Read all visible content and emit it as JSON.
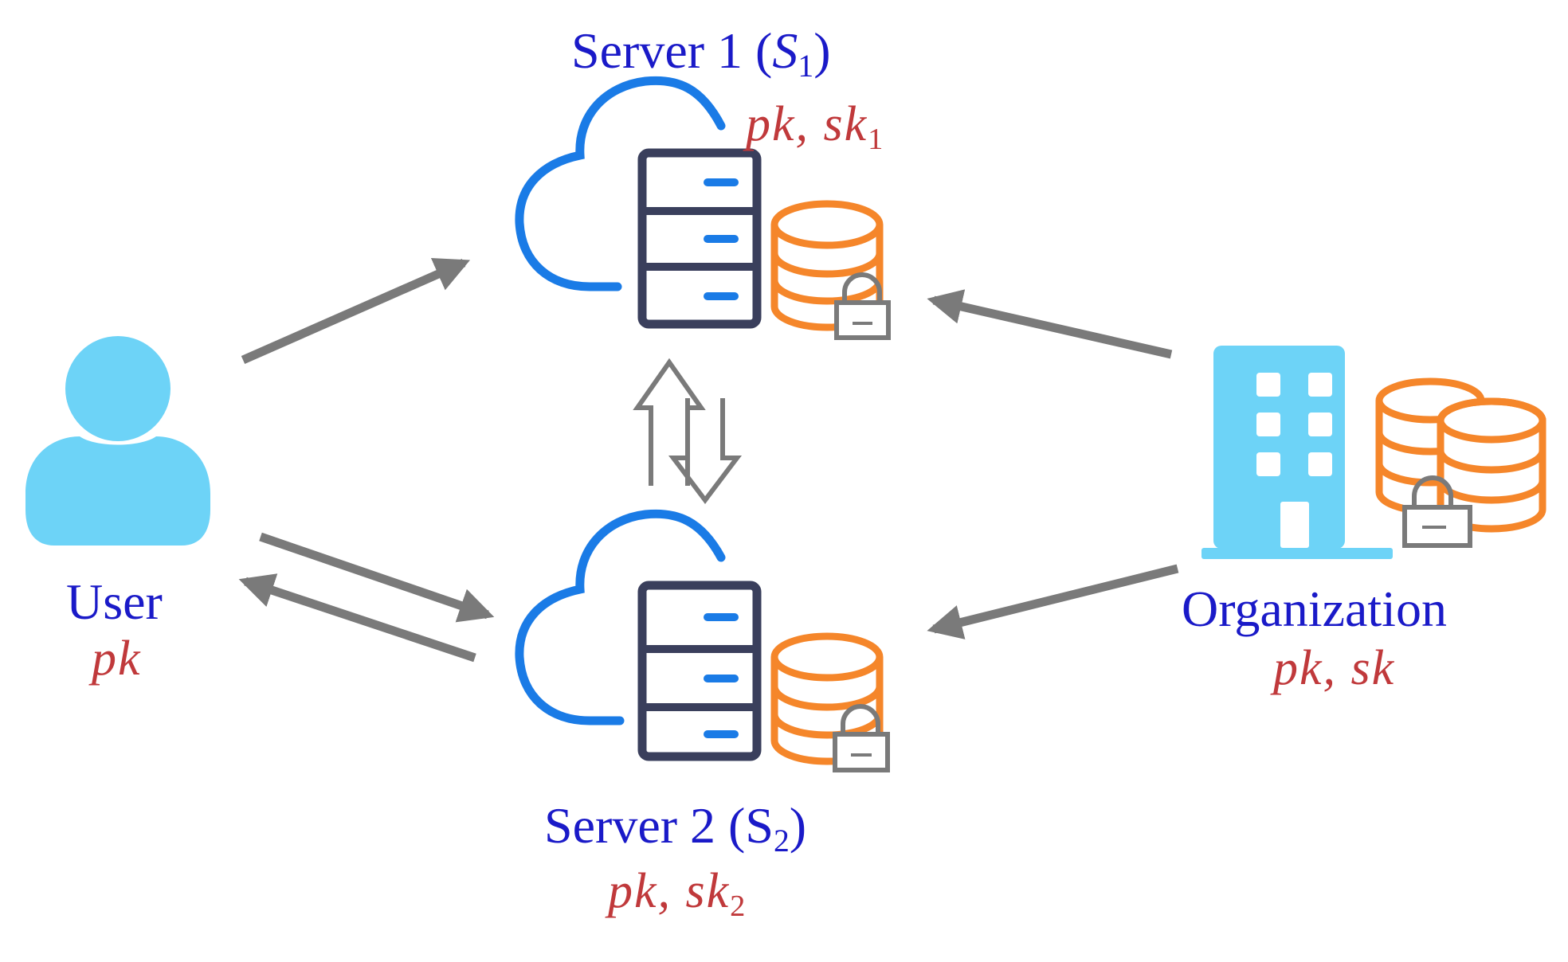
{
  "colors": {
    "cloud": "#1a7be6",
    "server": "#3a3f5c",
    "server_slot": "#1a7be6",
    "database": "#f5862a",
    "lock": "#7a7a7a",
    "arrow": "#7a7a7a",
    "user": "#6dd3f7",
    "building": "#6dd3f7",
    "name_text": "#1a1ac8",
    "key_text": "#c0393b"
  },
  "nodes": {
    "server1": {
      "name_prefix": "Server 1 (",
      "name_var": "S",
      "name_sub": "1",
      "name_suffix": ")",
      "key_prefix": "pk, sk",
      "key_sub": "1",
      "icon": "cloud-server-icon"
    },
    "server2": {
      "name_prefix": "Server 2 (S",
      "name_sub": "2",
      "name_suffix": ")",
      "key_prefix": "pk, sk",
      "key_sub": "2",
      "icon": "cloud-server-icon"
    },
    "user": {
      "name": "User",
      "key": "pk",
      "icon": "person-icon"
    },
    "organization": {
      "name": "Organization",
      "key": "pk, sk",
      "icon": "building-icon"
    }
  }
}
